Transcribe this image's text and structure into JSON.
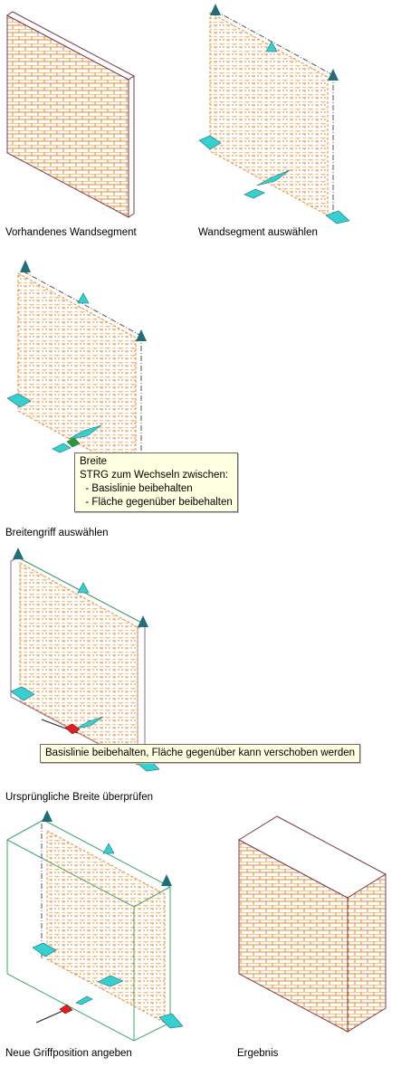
{
  "captions": {
    "step1": "Vorhandenes Wandsegment",
    "step2": "Wandsegment auswählen",
    "step3": "Breitengriff auswählen",
    "step4": "Ursprüngliche Breite überprüfen",
    "step5": "Neue Griffposition angeben",
    "step6": "Ergebnis"
  },
  "tooltip1": {
    "title": "Breite",
    "line1": "STRG zum Wechseln zwischen:",
    "line2": "  - Basislinie beibehalten",
    "line3": "  - Fläche gegenüber beibehalten"
  },
  "tooltip2": {
    "text": "Basislinie beibehalten, Fläche gegenüber kann verschoben werden"
  },
  "colors": {
    "brick": "#e8892b",
    "wall_edge": "#7a3b4a",
    "grip": "#35d0d0",
    "grip_dark": "#1f6f78",
    "hot_grip": "#e02020",
    "selected_grip": "#2a9a2a",
    "ghost": "#3aa86a",
    "tooltip_bg": "#ffffe1"
  }
}
